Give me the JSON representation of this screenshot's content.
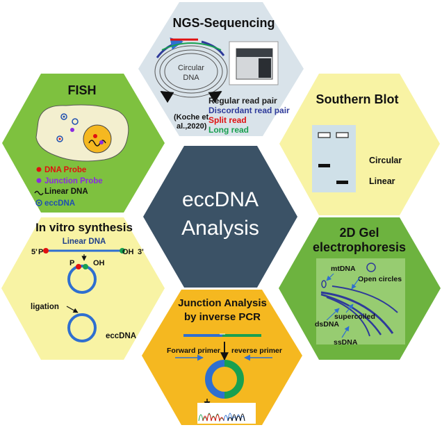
{
  "center": {
    "line1": "eccDNA",
    "line2": "Analysis"
  },
  "ngs": {
    "title": "NGS-Sequencing",
    "circle_label_1": "Circular",
    "circle_label_2": "DNA",
    "legend": [
      {
        "text": "Regular read pair",
        "color": "#1a1a1a"
      },
      {
        "text": "Discordant read pair",
        "color": "#2e3a9a"
      },
      {
        "text": "Split read",
        "color": "#e01010"
      },
      {
        "text": "Long read",
        "color": "#18a050"
      }
    ],
    "citation_1": "(Koche et",
    "citation_2": "al.,2020)"
  },
  "fish": {
    "title": "FISH",
    "legend": [
      {
        "text": "DNA Probe",
        "color": "#e01010",
        "marker": "dot"
      },
      {
        "text": "Junction Probe",
        "color": "#8a2be2",
        "marker": "dot"
      },
      {
        "text": "Linear DNA",
        "color": "#111111",
        "marker": "wave"
      },
      {
        "text": "eccDNA",
        "color": "#1f4fb0",
        "marker": "ring"
      }
    ]
  },
  "southern": {
    "title": "Southern Blot",
    "label_circular": "Circular",
    "label_linear": "Linear"
  },
  "invitro": {
    "title": "In vitro synthesis",
    "linear_dna": "Linear DNA",
    "five_prime": "5'",
    "p_left": "P",
    "oh_right": "OH",
    "three_prime": "3'",
    "p_center": "P",
    "oh_center": "OH",
    "ligation": "ligation",
    "eccdna": "eccDNA"
  },
  "gel2d": {
    "title_1": "2D Gel",
    "title_2": "electrophoresis",
    "mtdna": "mtDNA",
    "open_circles": "Open circles",
    "supercoiled": "supercoiled",
    "dsdna": "dsDNA",
    "ssdna": "ssDNA"
  },
  "junction": {
    "title_1": "Junction Analysis",
    "title_2": "by inverse PCR",
    "forward": "Forward primer",
    "reverse": "reverse primer"
  },
  "colors": {
    "center": "#3b5266",
    "ngs": "#d9e3ea",
    "fish": "#7ec13f",
    "southern": "#f8f3a4",
    "invitro": "#f8f3a4",
    "gel2d": "#6db33f",
    "junction": "#f5b820"
  }
}
